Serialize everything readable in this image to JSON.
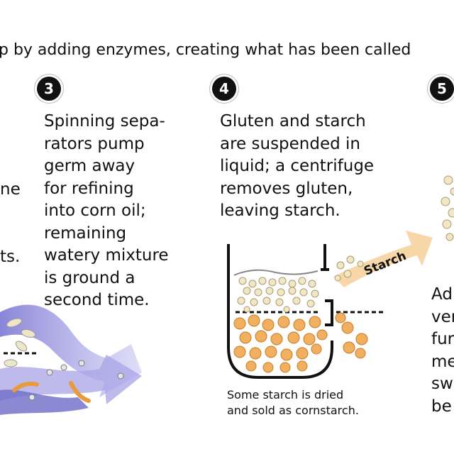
{
  "headline": "p by adding enzymes, creating what has been called",
  "steps": [
    {
      "number": "3",
      "text": "Spinning sepa-\nrators pump\ngerm away\nfor refining\ninto corn oil;\nremaining\nwatery mixture\nis ground a\nsecond time."
    },
    {
      "number": "4",
      "text": "Gluten and starch\nare suspended in\nliquid; a centrifuge\nremoves gluten,\nleaving starch."
    },
    {
      "number": "5",
      "text": "Ad\nver\nfur\nme\nsw\nbe"
    }
  ],
  "left_fragment": "ne\n\n\nts.",
  "arrow_label": "Starch",
  "caption": "Some starch is dried\nand sold as cornstarch.",
  "colors": {
    "starch_orange": "#f0b060",
    "arrow_peach": "#f7d7a8",
    "particle_cream": "#f2e7c4",
    "flow_blue": "#8b87d8"
  }
}
